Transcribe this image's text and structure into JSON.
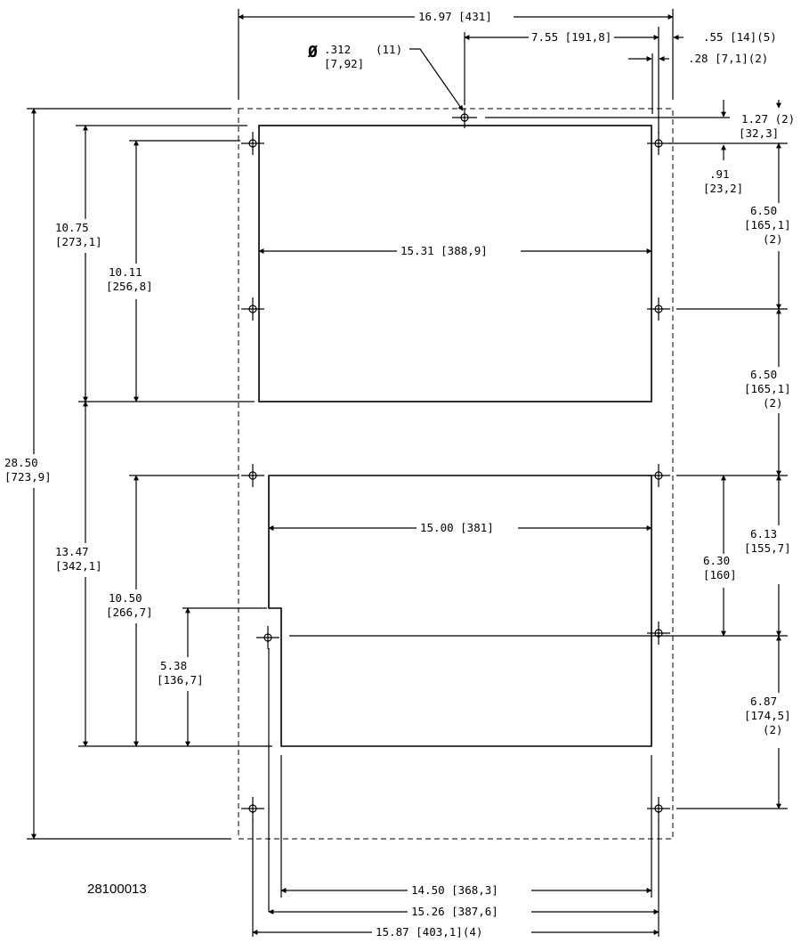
{
  "drawing": {
    "part_number": "28100013",
    "hole_callout": {
      "symbol": "Ø",
      "value": ".312",
      "qty": "(11)",
      "metric": "[7,92]"
    },
    "top": {
      "overall_width": "16.97 [431]",
      "hole_offset": "7.55 [191,8]",
      "edge_55_a": ".55 [14](5)",
      "edge_28": ".28 [7,1](2)"
    },
    "right": {
      "d127_a": "1.27  (2)",
      "d127_b": "[32,3]",
      "d91_a": ".91",
      "d91_b": "[23,2]",
      "d650a_1": "6.50",
      "d650a_2": "[165,1]",
      "d650a_3": "(2)",
      "d650b_1": "6.50",
      "d650b_2": "[165,1]",
      "d650b_3": "(2)",
      "d613_1": "6.13",
      "d613_2": "[155,7]",
      "d630_1": "6.30",
      "d630_2": "[160]",
      "d687_1": "6.87",
      "d687_2": "[174,5]",
      "d687_3": "(2)"
    },
    "left": {
      "d2850_1": "28.50",
      "d2850_2": "[723,9]",
      "d1075_1": "10.75",
      "d1075_2": "[273,1]",
      "d1011_1": "10.11",
      "d1011_2": "[256,8]",
      "d1347_1": "13.47",
      "d1347_2": "[342,1]",
      "d1050_1": "10.50",
      "d1050_2": "[266,7]",
      "d538_1": "5.38",
      "d538_2": "[136,7]"
    },
    "inner": {
      "upper_width": "15.31 [388,9]",
      "lower_width": "15.00 [381]"
    },
    "bottom": {
      "d1450": "14.50 [368,3]",
      "d1526": "15.26 [387,6]",
      "d1587": "15.87 [403,1](4)"
    }
  }
}
